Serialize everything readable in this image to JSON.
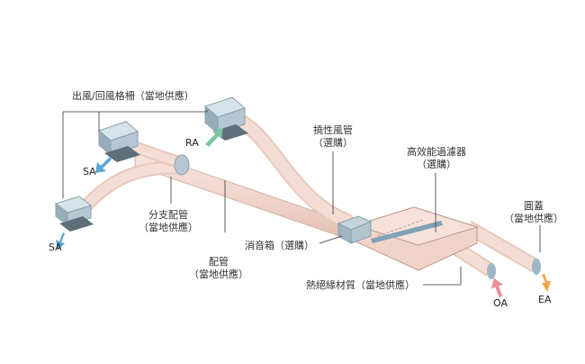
{
  "labels": {
    "outlet_grille": "出風/回風格柵（當地供應）",
    "flexible_duct_1": "撓性風管",
    "flexible_duct_2": "（選購）",
    "filter_1": "高效能過濾器",
    "filter_2": "（選購）",
    "branch_pipe_1": "分支配管",
    "branch_pipe_2": "（當地供應）",
    "duct_1": "配管",
    "duct_2": "（當地供應）",
    "muffler": "消音箱（選購）",
    "round_hood_1": "圓蓋",
    "round_hood_2": "（當地供應）",
    "insulation": "熱絕緣材質（當地供應）"
  },
  "airflow": {
    "ra": "RA",
    "sa_upper": "SA",
    "sa_lower": "SA",
    "oa": "OA",
    "ea": "EA"
  },
  "colors": {
    "duct": "#f2d8cf",
    "duct_edge": "#c9a79b",
    "grille_top": "#b9cbd6",
    "grille_side": "#8fa6b4",
    "unit": "#f0d4ca",
    "arrow_blue": "#5aa6d6",
    "arrow_green": "#7cc4a4",
    "arrow_pink": "#ee8f96",
    "arrow_orange": "#f3a64a",
    "leader": "#333333"
  }
}
